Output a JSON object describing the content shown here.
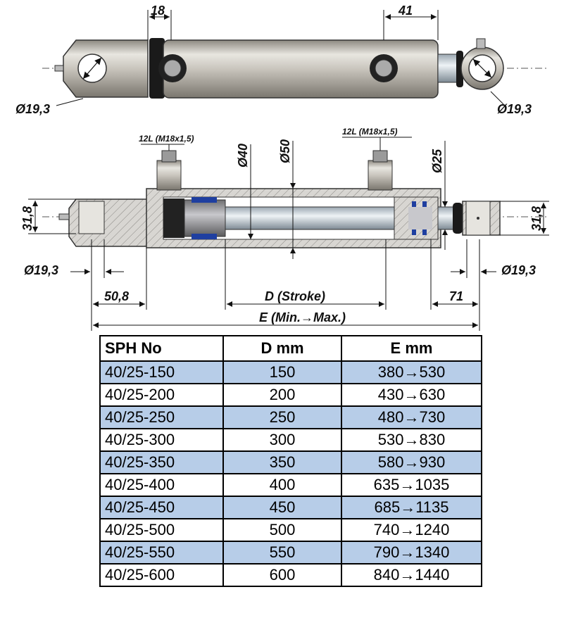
{
  "top_view": {
    "dim_left_offset": "18",
    "dim_right_offset": "41",
    "dia_left_eye": "Ø19,3",
    "dia_right_eye": "Ø19,3"
  },
  "section_view": {
    "port_left_label": "12L (M18x1,5)",
    "port_right_label": "12L (M18x1,5)",
    "dia_bore": "Ø40",
    "dia_tube": "Ø50",
    "dia_rod": "Ø25",
    "height_left": "31,8",
    "height_right": "31,8",
    "dia_left_pin": "Ø19,3",
    "dia_right_pin": "Ø19,3",
    "dim_left_end": "50,8",
    "dim_stroke": "D (Stroke)",
    "dim_right_end": "71",
    "dim_total": "E (Min.→Max.)"
  },
  "table": {
    "headers": [
      "SPH No",
      "D mm",
      "E mm"
    ],
    "rows": [
      [
        "40/25-150",
        "150",
        "380→530"
      ],
      [
        "40/25-200",
        "200",
        "430→630"
      ],
      [
        "40/25-250",
        "250",
        "480→730"
      ],
      [
        "40/25-300",
        "300",
        "530→830"
      ],
      [
        "40/25-350",
        "350",
        "580→930"
      ],
      [
        "40/25-400",
        "400",
        "635→1035"
      ],
      [
        "40/25-450",
        "450",
        "685→1135"
      ],
      [
        "40/25-500",
        "500",
        "740→1240"
      ],
      [
        "40/25-550",
        "550",
        "790→1340"
      ],
      [
        "40/25-600",
        "600",
        "840→1440"
      ]
    ],
    "shade_color": "#b7cde8"
  }
}
